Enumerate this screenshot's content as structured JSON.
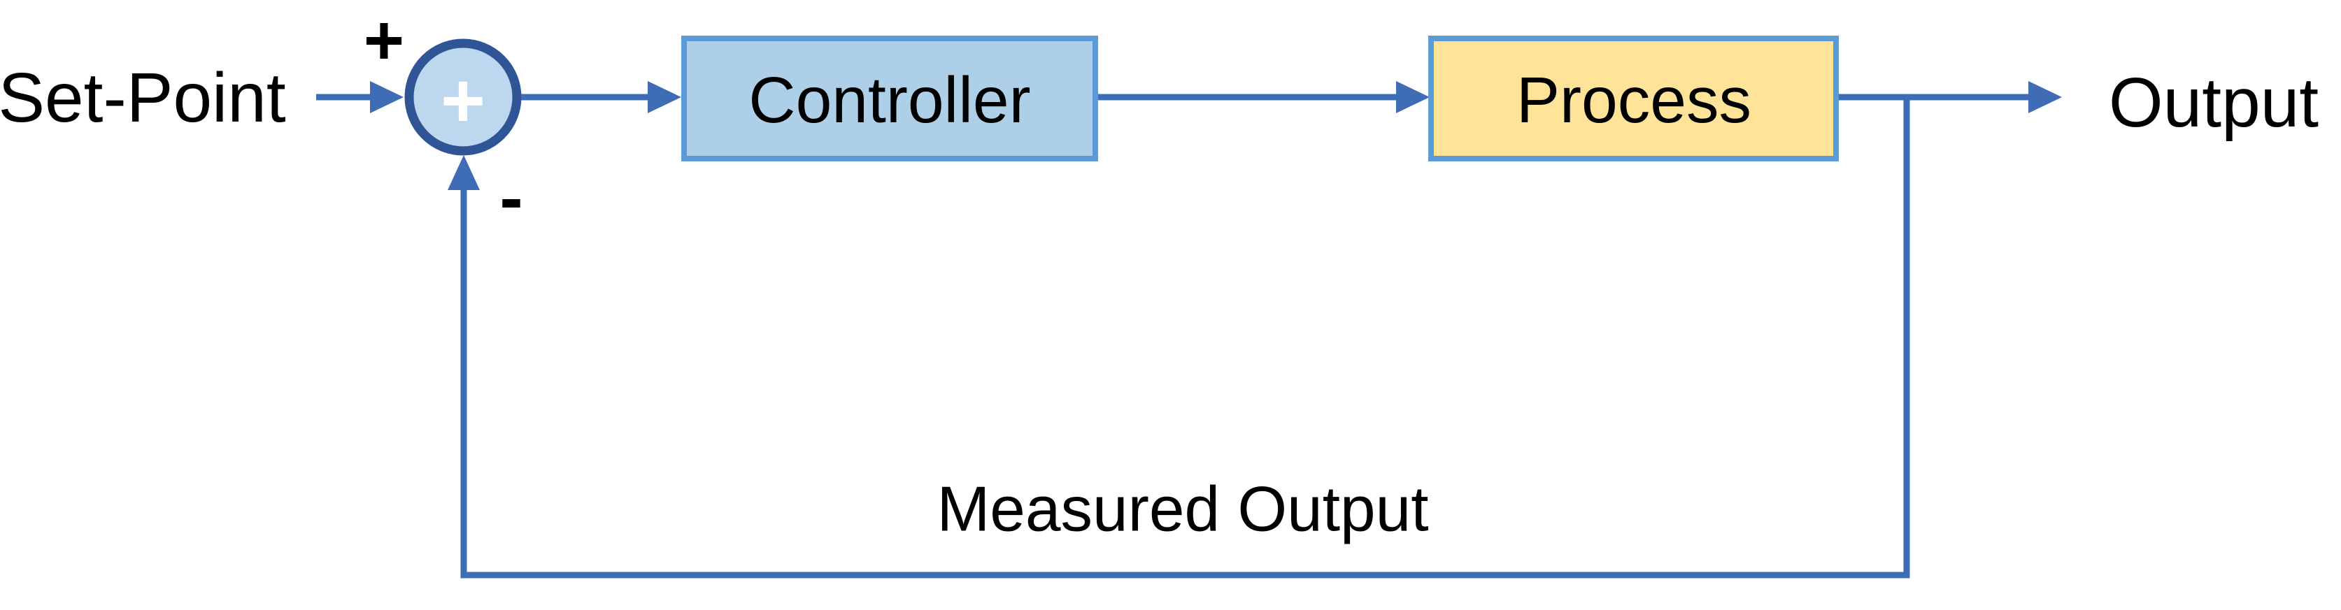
{
  "diagram": {
    "labels": {
      "set_point": "Set-Point",
      "input_sign": "+",
      "feedback_sign": "-",
      "output": "Output",
      "measured_output": "Measured Output"
    },
    "summing_junction": {
      "symbol": "+"
    },
    "blocks": [
      {
        "id": "controller",
        "label": "Controller"
      },
      {
        "id": "process",
        "label": "Process"
      }
    ],
    "colors": {
      "connector_blue": "#3E6CB5",
      "summing_fill": "#BDD7EE",
      "summing_border": "#2F5597",
      "block_border": "#5B9BD5",
      "controller_fill": "#AECFE8",
      "process_fill": "#FFE399",
      "label_text": "#000000",
      "background": "#FFFFFF"
    }
  }
}
